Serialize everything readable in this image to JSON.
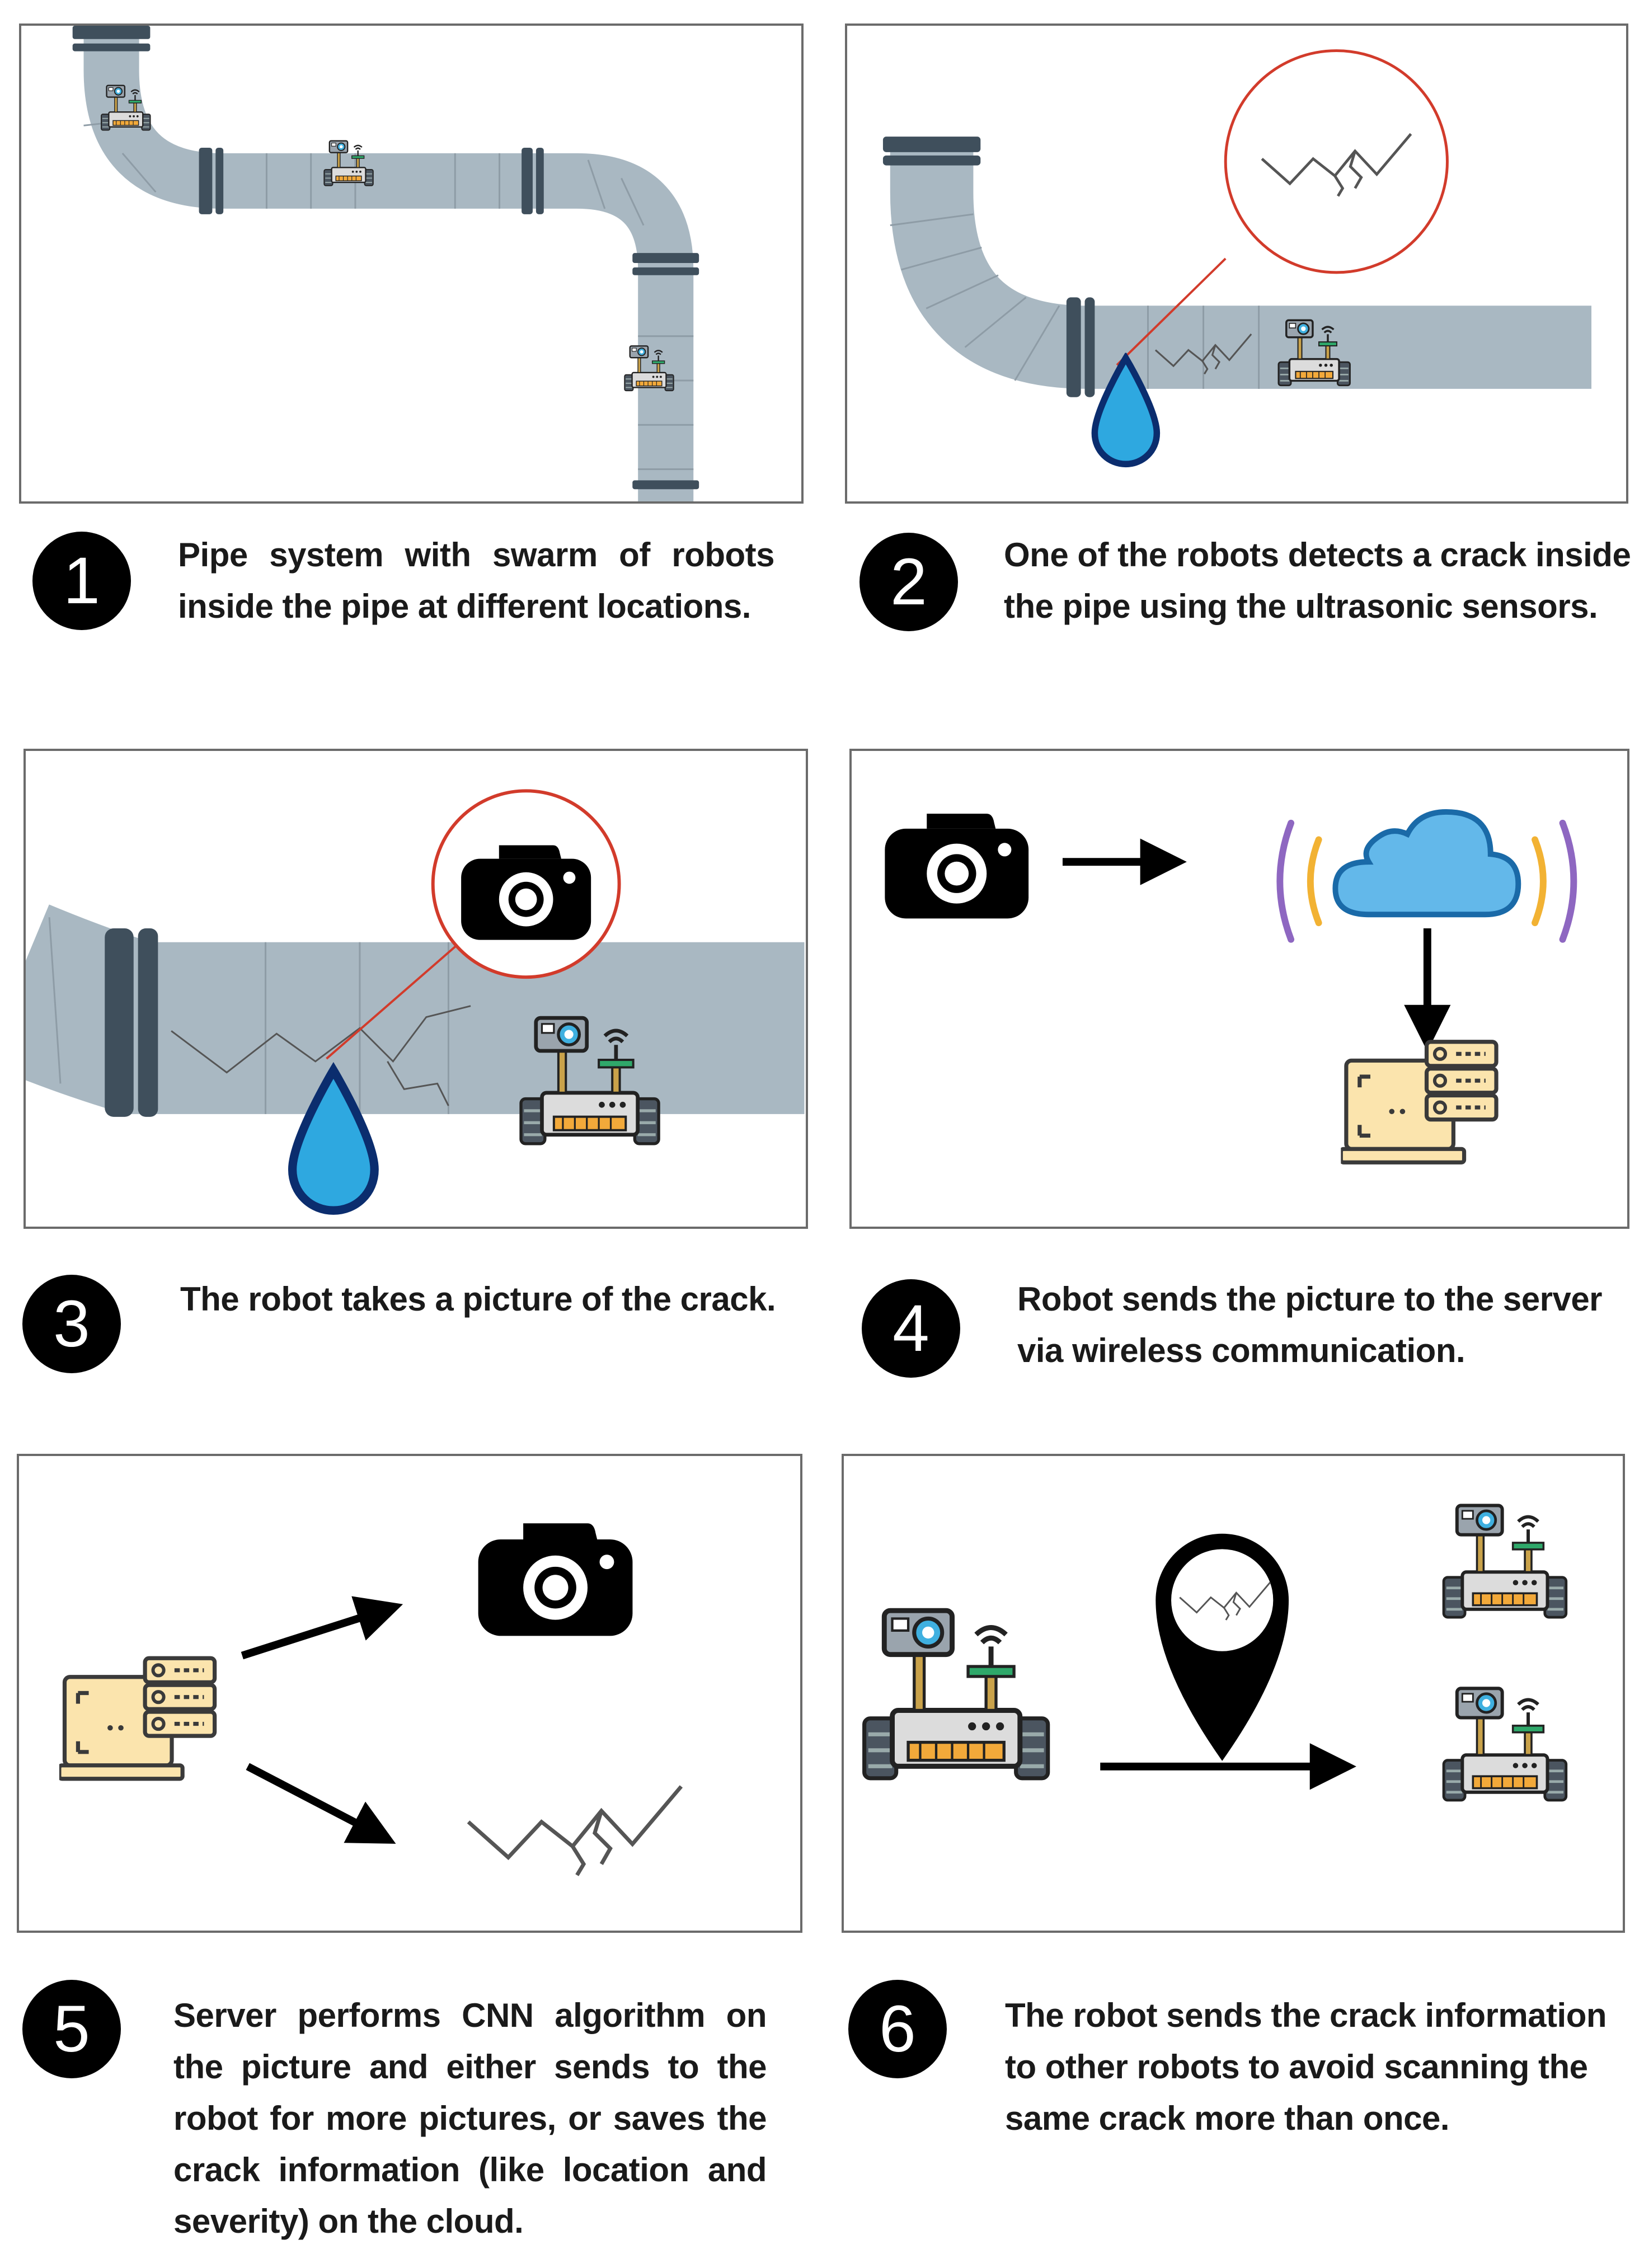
{
  "steps": [
    {
      "number": "1",
      "text": "Pipe system with swarm of robots inside the pipe at different locations."
    },
    {
      "number": "2",
      "text": "One of the robots detects a crack inside the pipe using the ultrasonic sensors."
    },
    {
      "number": "3",
      "text": "The robot takes a picture of the crack."
    },
    {
      "number": "4",
      "text": "Robot sends the picture to the server via wireless communication."
    },
    {
      "number": "5",
      "text": "Server performs CNN algorithm on the picture and either sends to the robot for more pictures, or saves the crack information (like location and severity) on the cloud."
    },
    {
      "number": "6",
      "text": "The robot sends the crack information to other robots to avoid scanning the same crack more than once."
    }
  ],
  "colors": {
    "pipe": "#a9b8c2",
    "pipe_segment_line": "#8e9ca6",
    "flange": "#3f4f5c",
    "water": "#2ea8e0",
    "water_outline": "#0b2d6e",
    "magnifier_ring": "#d23b2b",
    "server_body": "#fbe4ad",
    "server_outline": "#3a3a3a",
    "cloud_fill": "#63b8ea",
    "cloud_outline": "#1a6aa8",
    "signal_inner": "#f2b233",
    "signal_outer": "#8e67c1",
    "robot_body": "#dcdcdc",
    "robot_accent": "#f2a93a",
    "robot_antenna": "#2fa86a"
  },
  "icons": [
    "robot-icon",
    "water-drop-icon",
    "camera-icon",
    "cloud-icon",
    "server-icon",
    "map-pin-icon",
    "crack-icon",
    "arrow-icon",
    "magnifier-icon"
  ]
}
